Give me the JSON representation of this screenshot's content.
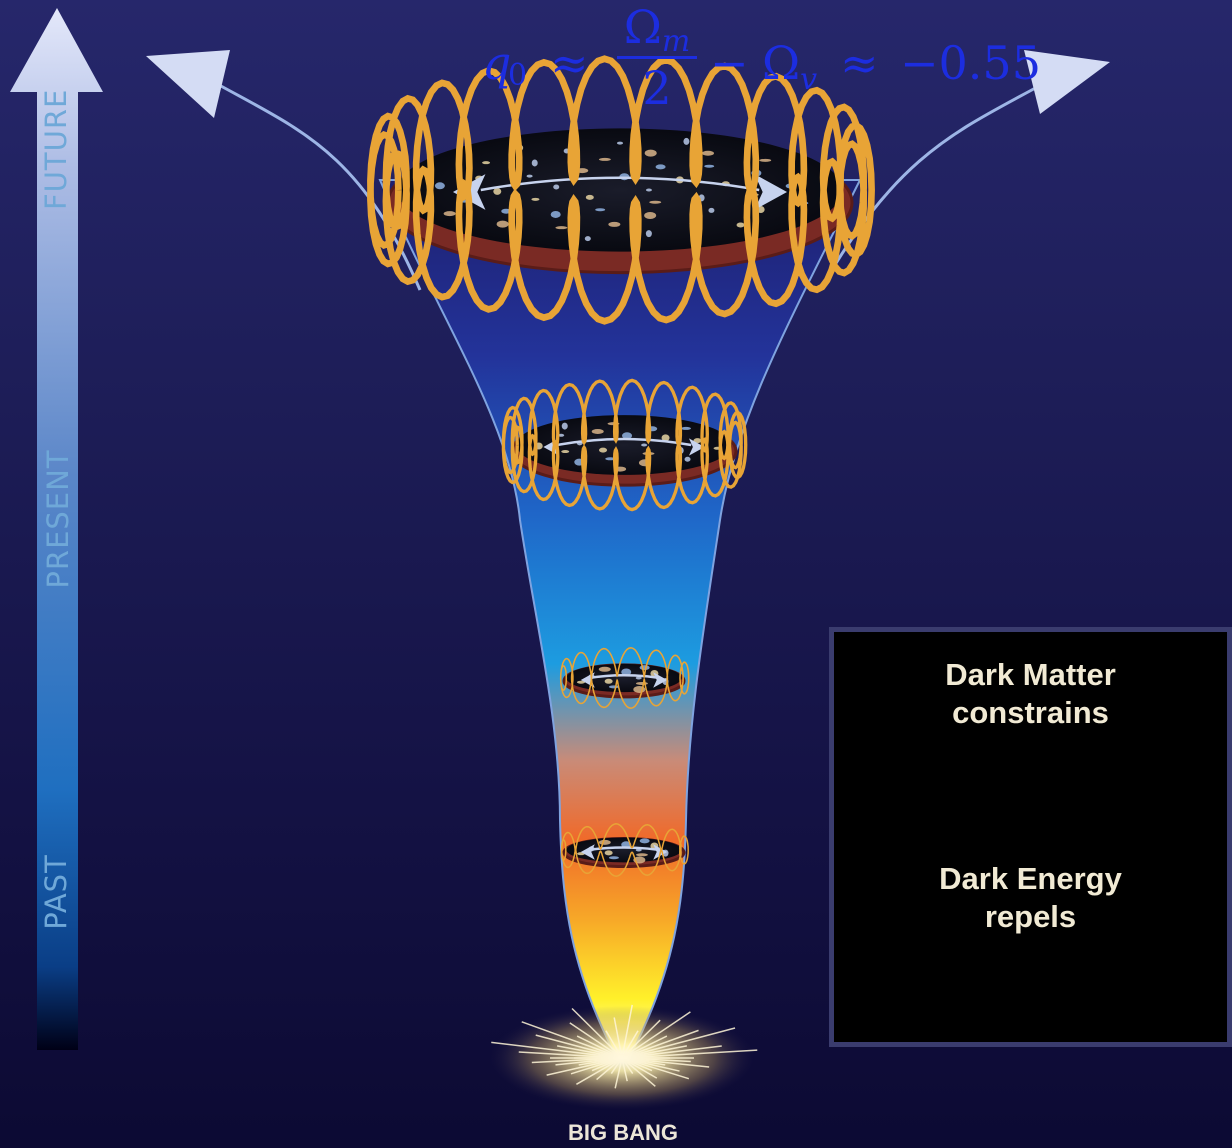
{
  "timeline": {
    "future_label": "FUTURE",
    "present_label": "PRESENT",
    "past_label": "PAST"
  },
  "formula": {
    "q_symbol": "q",
    "q_subscript": "0",
    "approx_1": "≈",
    "numerator": "Ω",
    "numerator_subscript": "m",
    "denominator": "2",
    "minus": "−",
    "omega_v": "Ω",
    "omega_v_subscript": "v",
    "approx_2": "≈",
    "value": "−0.55"
  },
  "origin_label": "BIG BANG",
  "legend": {
    "dark_matter_line1": "Dark Matter",
    "dark_matter_line2": "constrains",
    "dark_energy_line1": "Dark Energy",
    "dark_energy_line2": "repels"
  },
  "colors": {
    "background_top": "#26276b",
    "background_bottom": "#0c0a33",
    "spring": "#e8a436",
    "ring": "#7a2a24",
    "arrow": "#c7d3ee",
    "formula": "#1c2de0",
    "axis_text": "#6fa8d8"
  }
}
